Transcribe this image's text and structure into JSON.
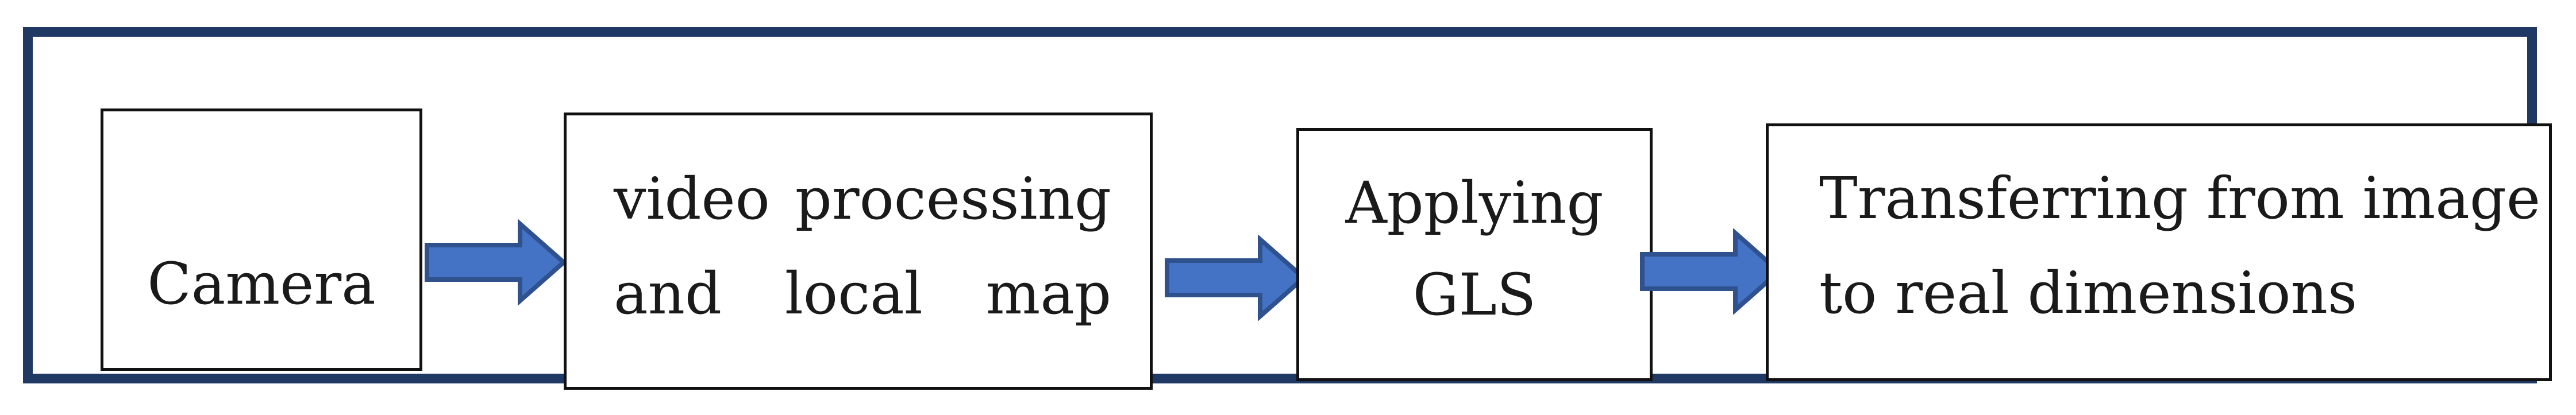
{
  "diagram": {
    "frame_color": "#203864",
    "arrow_fill": "#4472c4",
    "arrow_stroke": "#2f528f",
    "nodes": [
      {
        "id": "camera",
        "lines": [
          "Camera"
        ]
      },
      {
        "id": "video",
        "lines": [
          [
            "video",
            "processing"
          ],
          [
            "and",
            "local",
            "map"
          ]
        ]
      },
      {
        "id": "gls",
        "lines": [
          "Applying",
          "GLS"
        ]
      },
      {
        "id": "transfer",
        "lines": [
          "Transferring from image",
          "to real dimensions"
        ]
      }
    ],
    "camera_label": "Camera",
    "video_line1_w1": "video",
    "video_line1_w2": "processing",
    "video_line2_w1": "and",
    "video_line2_w2": "local",
    "video_line2_w3": "map",
    "gls_line1": "Applying",
    "gls_line2": "GLS",
    "transfer_line1": "Transferring from image",
    "transfer_line2": "to real dimensions",
    "edges": [
      {
        "from": "camera",
        "to": "video"
      },
      {
        "from": "video",
        "to": "gls"
      },
      {
        "from": "gls",
        "to": "transfer"
      }
    ]
  }
}
